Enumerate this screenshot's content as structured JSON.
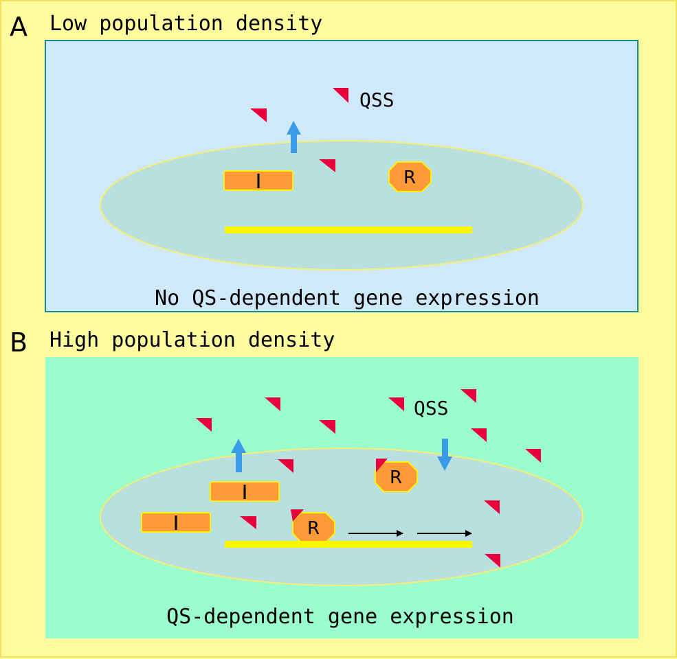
{
  "panel_a": {
    "letter": "A",
    "title": "Low population density",
    "caption": "No QS-dependent gene expression",
    "qss_label": "QSS",
    "receptor_label": "R",
    "background_color": "#cfe9fb"
  },
  "panel_b": {
    "letter": "B",
    "title": "High population density",
    "caption": "QS-dependent gene expression",
    "qss_label": "QSS",
    "receptor_label": "R",
    "background_color": "#9bfdcd"
  },
  "colors": {
    "page_background": "#fefa9e",
    "cell_fill": "#b9e0df",
    "cell_outline": "#f5ee72",
    "signal_molecule": "#e8003c",
    "synthase_fill": "#fb9a36",
    "dna": "#fdf600",
    "arrow": "#3a9be6"
  }
}
